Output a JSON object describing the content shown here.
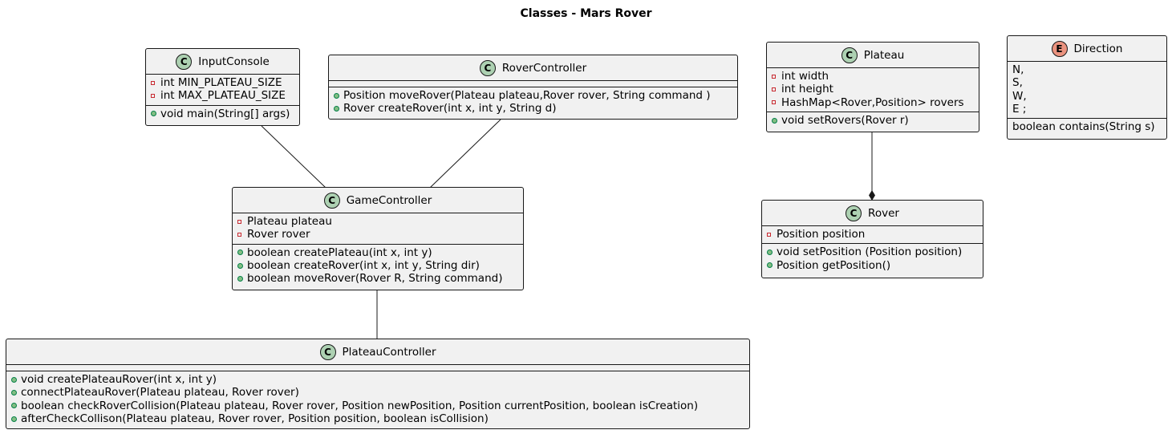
{
  "title": "Classes - Mars Rover",
  "classes": {
    "input_console": {
      "name": "InputConsole",
      "fields": [
        "int MIN_PLATEAU_SIZE",
        "int MAX_PLATEAU_SIZE"
      ],
      "methods": [
        "void main(String[] args)"
      ]
    },
    "rover_controller": {
      "name": "RoverController",
      "methods": [
        "Position moveRover(Plateau plateau,Rover rover, String command )",
        "Rover createRover(int x, int y, String d)"
      ]
    },
    "plateau": {
      "name": "Plateau",
      "fields": [
        "int width",
        "int height",
        "HashMap<Rover,Position> rovers"
      ],
      "methods": [
        "void setRovers(Rover r)"
      ]
    },
    "direction": {
      "name": "Direction",
      "constants": [
        "N,",
        "S,",
        "W,",
        "E ;"
      ],
      "methods": [
        "boolean contains(String s)"
      ]
    },
    "game_controller": {
      "name": "GameController",
      "fields": [
        "Plateau plateau",
        "Rover rover"
      ],
      "methods": [
        "boolean createPlateau(int x, int y)",
        "boolean createRover(int x, int y, String dir)",
        "boolean moveRover(Rover R, String command)"
      ]
    },
    "rover": {
      "name": "Rover",
      "fields": [
        "Position position"
      ],
      "methods": [
        "void setPosition (Position position)",
        "Position getPosition()"
      ]
    },
    "plateau_controller": {
      "name": "PlateauController",
      "methods": [
        "void createPlateauRover(int x, int y)",
        "connectPlateauRover(Plateau plateau, Rover rover)",
        "boolean checkRoverCollision(Plateau plateau, Rover rover, Position newPosition, Position currentPosition, boolean isCreation)",
        "afterCheckCollison(Plateau plateau, Rover rover, Position position, boolean isCollision)"
      ]
    }
  },
  "badges": {
    "class": "C",
    "enum": "E"
  },
  "colors": {
    "class_badge": "#add1b2",
    "enum_badge": "#eb937f",
    "box_fill": "#f1f1f1",
    "border": "#181818"
  }
}
